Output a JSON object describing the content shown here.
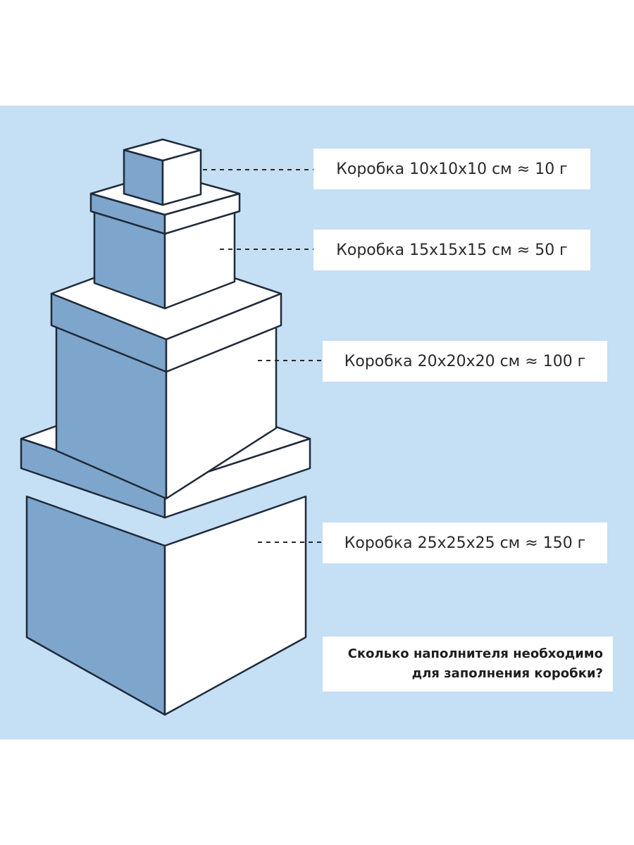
{
  "colors": {
    "background": "#c5dff4",
    "box_side": "#7ea6cc",
    "box_front": "#ffffff",
    "outline": "#1f2a3a"
  },
  "boxes": [
    {
      "label": "Коробка 10x10x10 см ≈ 10 г"
    },
    {
      "label": "Коробка 15x15x15 см ≈ 50 г"
    },
    {
      "label": "Коробка 20x20x20 см ≈ 100 г"
    },
    {
      "label": "Коробка 25x25x25 см ≈ 150 г"
    }
  ],
  "question": {
    "line1": "Сколько наполнителя необходимо",
    "line2": "для заполнения коробки?"
  }
}
